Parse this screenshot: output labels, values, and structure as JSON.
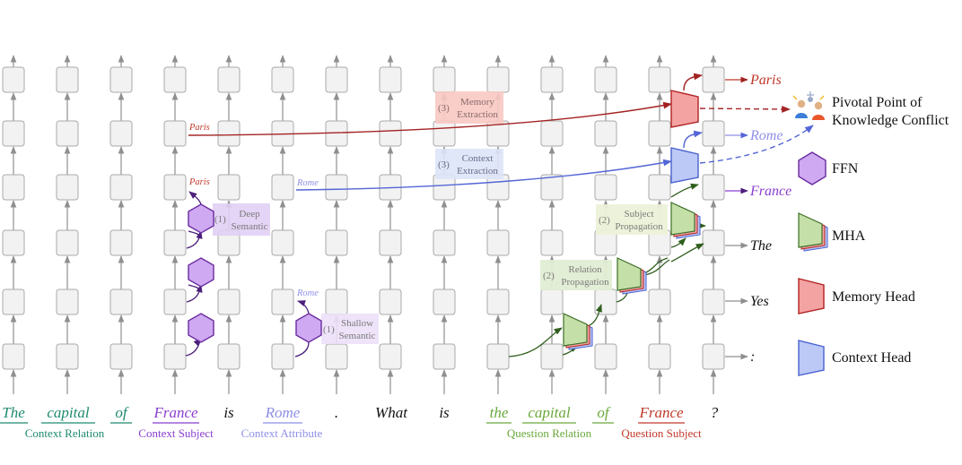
{
  "colors": {
    "teal": "#1f8a70",
    "purple": "#8a3fcf",
    "lavender": "#8f8fe8",
    "green": "#6aa83c",
    "red": "#c0392b",
    "memory_line": "#a32323",
    "context_line": "#5466d6",
    "ffn_fill": "#cfa9f2",
    "ffn_stroke": "#6a2c9e",
    "mha_fill": "#c4e0a8",
    "mha_stroke": "#3d6e26",
    "mem_fill": "#f4a3a3",
    "mem_stroke": "#b22222",
    "ctx_fill": "#bcc8f6",
    "ctx_stroke": "#4a62d0"
  },
  "tokens": [
    {
      "text": "The",
      "color": "teal",
      "underline": true
    },
    {
      "text": "capital",
      "color": "teal",
      "underline": true
    },
    {
      "text": "of",
      "color": "teal",
      "underline": true
    },
    {
      "text": "France",
      "color": "purple",
      "underline": true
    },
    {
      "text": "is",
      "color": "black",
      "underline": false
    },
    {
      "text": "Rome",
      "color": "lavender",
      "underline": true
    },
    {
      "text": ".",
      "color": "black",
      "underline": false
    },
    {
      "text": "What",
      "color": "black",
      "underline": false
    },
    {
      "text": "is",
      "color": "black",
      "underline": false
    },
    {
      "text": "the",
      "color": "green",
      "underline": true
    },
    {
      "text": "capital",
      "color": "green",
      "underline": true
    },
    {
      "text": "of",
      "color": "green",
      "underline": true
    },
    {
      "text": "France",
      "color": "red",
      "underline": true
    },
    {
      "text": "?",
      "color": "black",
      "underline": false
    }
  ],
  "groups": [
    {
      "label": "Context Relation",
      "color": "teal"
    },
    {
      "label": "Context Subject",
      "color": "purple"
    },
    {
      "label": "Context Attribute",
      "color": "lavender"
    },
    {
      "label": "Question Relation",
      "color": "green"
    },
    {
      "label": "Question Subject",
      "color": "red"
    }
  ],
  "outputs": [
    {
      "text": "Paris",
      "color": "red"
    },
    {
      "text": "Rome",
      "color": "lavender"
    },
    {
      "text": "France",
      "color": "purple"
    },
    {
      "text": "The",
      "color": "black"
    },
    {
      "text": "Yes",
      "color": "black"
    },
    {
      "text": ":",
      "color": "black"
    }
  ],
  "annotations": [
    {
      "num": "(1)",
      "lines": [
        "Deep",
        "Semantic"
      ],
      "fill": "#e1cff4",
      "text_color": "#7a7a7a"
    },
    {
      "num": "(1)",
      "lines": [
        "Shallow",
        "Semantic"
      ],
      "fill": "#ece0f8",
      "text_color": "#7a7a7a"
    },
    {
      "num": "(2)",
      "lines": [
        "Relation",
        "Propagation"
      ],
      "fill": "#e2edd4",
      "text_color": "#7a7a7a"
    },
    {
      "num": "(2)",
      "lines": [
        "Subject",
        "Propagation"
      ],
      "fill": "#ecf2d8",
      "text_color": "#7a7a7a"
    },
    {
      "num": "(3)",
      "lines": [
        "Memory",
        "Extraction"
      ],
      "fill": "#f8c9c2",
      "text_color": "#8a6a6a"
    },
    {
      "num": "(3)",
      "lines": [
        "Context",
        "Extraction"
      ],
      "fill": "#dde4f8",
      "text_color": "#6a6a8a"
    }
  ],
  "arrow_labels": {
    "paris_memory": "Paris",
    "paris_ffn": "Paris",
    "rome_context": "Rome",
    "rome_ffn": "Rome"
  },
  "legend": {
    "pivotal_line1": "Pivotal Point of",
    "pivotal_line2": "Knowledge Conflict",
    "ffn": "FFN",
    "mha": "MHA",
    "memory_head": "Memory Head",
    "context_head": "Context Head"
  }
}
